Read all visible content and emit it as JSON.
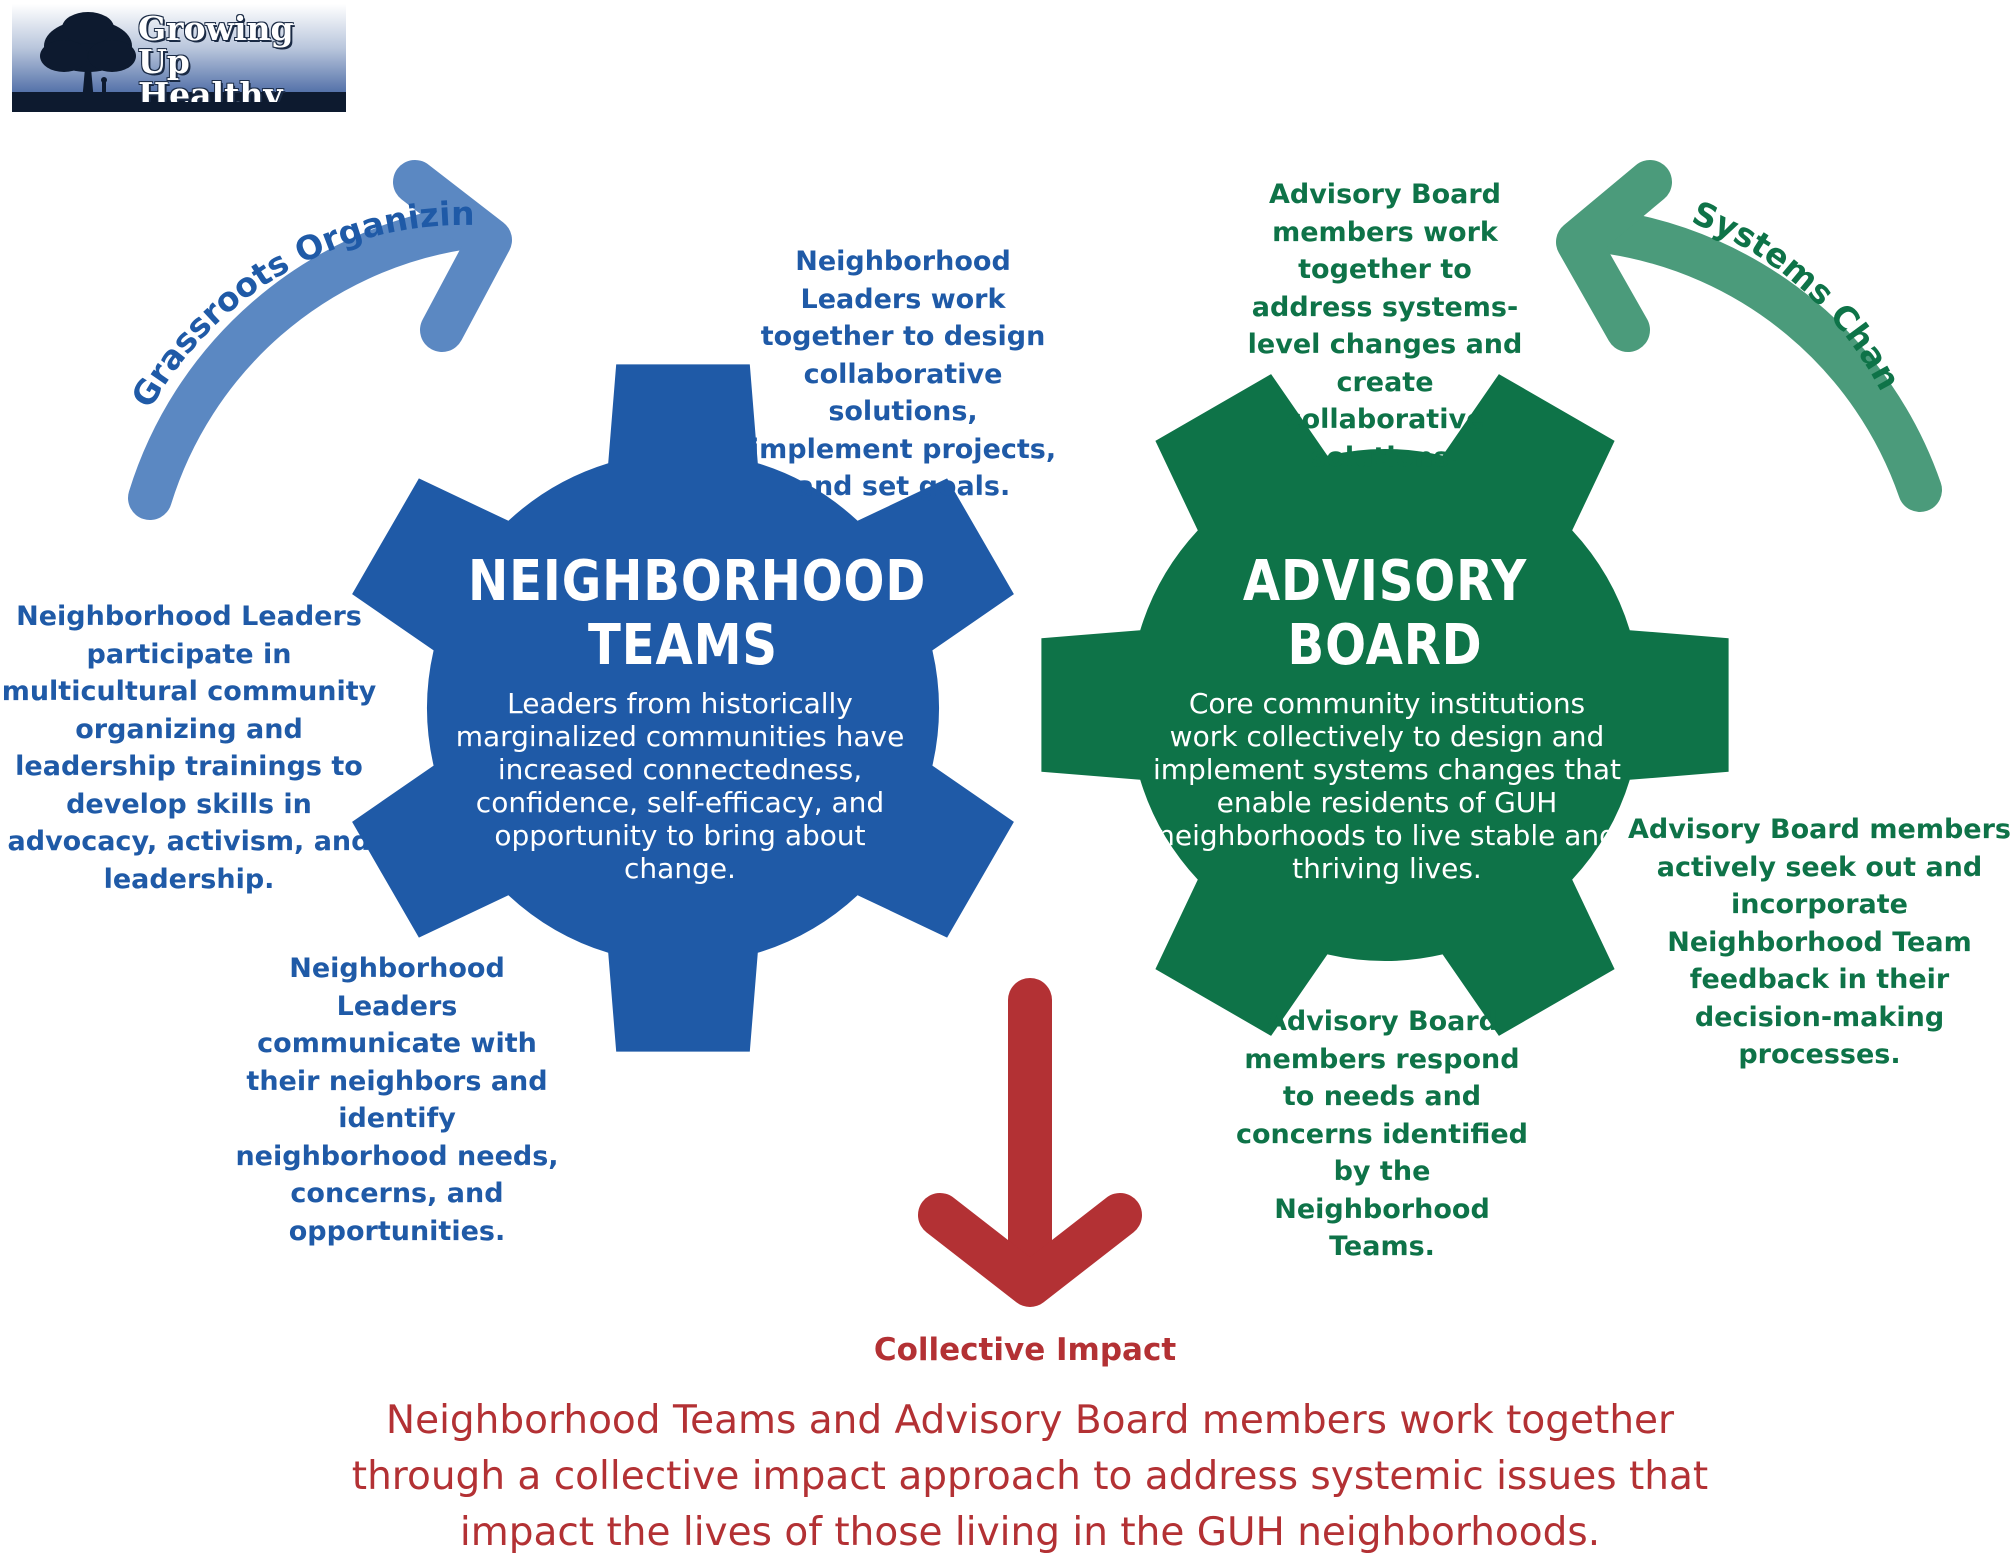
{
  "logo": {
    "text": "Growing Up Healthy"
  },
  "colors": {
    "neighborhood_blue": "#1f5aa7",
    "grassroots_arrow_blue": "#5b88c2",
    "advisory_green": "#0e7348",
    "systems_arrow_green": "#4b9b7b",
    "impact_red": "#b33134"
  },
  "arrows": {
    "grassroots": {
      "label": "Grassroots Organizing",
      "icon": "curved-arrow-up-right-icon"
    },
    "systems": {
      "label": "Systems Change",
      "icon": "curved-arrow-up-left-icon"
    },
    "impact": {
      "icon": "arrow-down-icon"
    }
  },
  "neighborhood_teams": {
    "title_line1": "NEIGHBORHOOD",
    "title_line2": "TEAMS",
    "description": "Leaders from historically marginalized communities have increased connectedness, confidence, self-efficacy, and opportunity to bring about change."
  },
  "advisory_board": {
    "title_line1": "ADVISORY",
    "title_line2": "BOARD",
    "description": "Core community institutions work collectively to design and implement systems changes that enable residents of GUH neighborhoods to live stable and thriving lives."
  },
  "annotations": {
    "leaders_design": "Neighborhood Leaders work together to design collaborative solutions, implement projects, and set goals.",
    "leaders_training": "Neighborhood Leaders participate in multicultural community organizing and leadership trainings to develop skills in advocacy, activism, and leadership.",
    "leaders_communicate": "Neighborhood Leaders communicate with their neighbors and identify neighborhood needs, concerns, and opportunities.",
    "board_systems": "Advisory Board members work together to address systems-level changes and create collaborative solutions.",
    "board_feedback": "Advisory Board members actively seek out and incorporate Neighborhood Team feedback in their decision-making processes.",
    "board_respond": "Advisory Board members respond to needs and concerns identified by the Neighborhood Teams."
  },
  "collective_impact": {
    "title": "Collective Impact",
    "body": "Neighborhood Teams and Advisory Board members work together through a collective impact approach to address systemic issues that impact the lives of those living in the GUH neighborhoods."
  }
}
